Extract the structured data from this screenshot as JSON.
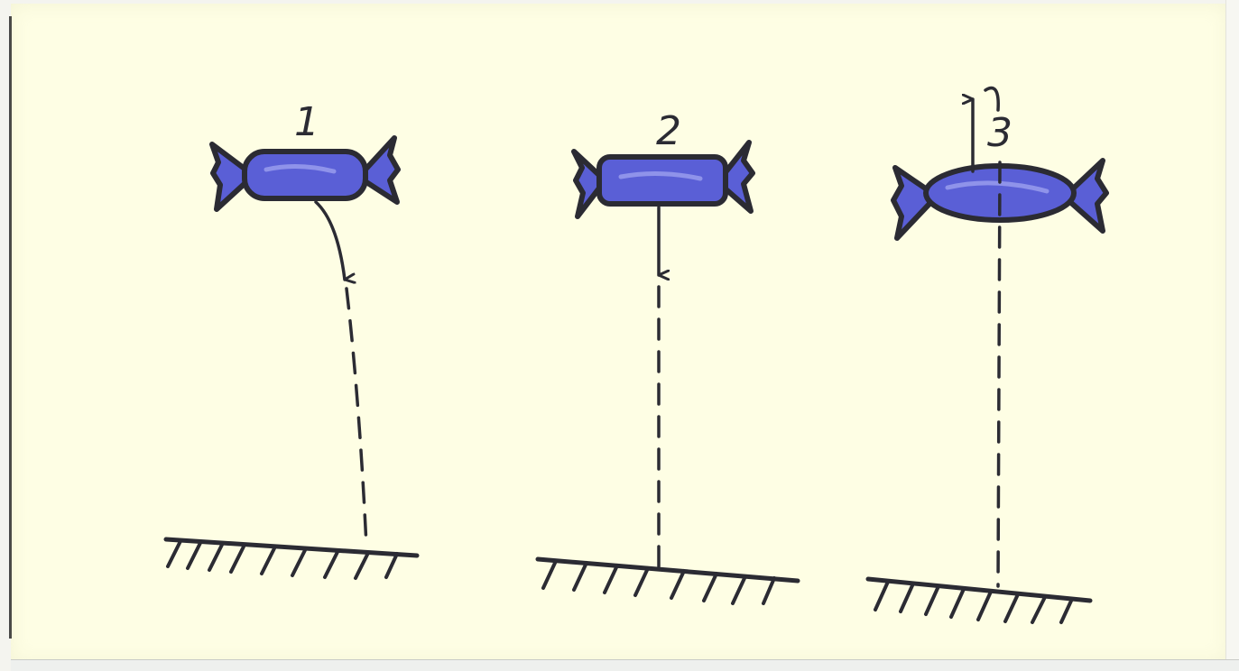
{
  "figures": [
    {
      "label": "1",
      "description_color": "#5a5fd6"
    },
    {
      "label": "2",
      "description_color": "#5a5fd6"
    },
    {
      "label": "3",
      "description_color": "#5a5fd6"
    }
  ],
  "colors": {
    "paper": "#fefee4",
    "ink": "#2b2b33",
    "candy_fill": "#5a5fd6",
    "candy_highlight": "#8f93ea"
  }
}
